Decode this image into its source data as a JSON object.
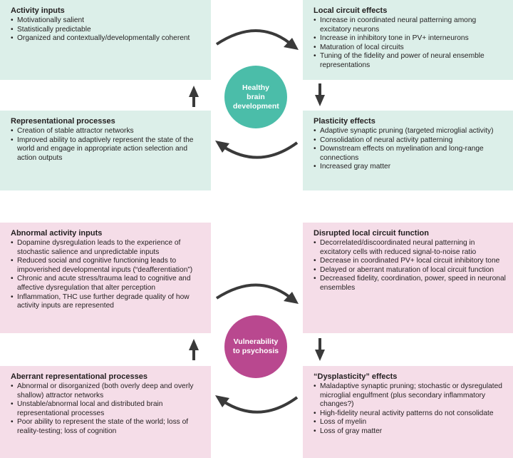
{
  "healthy": {
    "center": "Healthy brain development",
    "activity_inputs": {
      "title": "Activity inputs",
      "items": [
        "Motivationally salient",
        "Statistically predictable",
        "Organized and  contextually/developmentally coherent"
      ]
    },
    "local_circuit": {
      "title": "Local circuit effects",
      "items": [
        "Increase in coordinated neural patterning among excitatory neurons",
        "Increase in inhibitory tone in PV+ interneurons",
        "Maturation of local circuits",
        "Tuning of the fidelity and power of neural ensemble representations"
      ]
    },
    "representational": {
      "title": "Representational processes",
      "items": [
        "Creation of stable attractor networks",
        "Improved ability to adaptively represent the state of the world and engage in appropriate action selection and action outputs"
      ]
    },
    "plasticity": {
      "title": "Plasticity effects",
      "items": [
        "Adaptive synaptic pruning (targeted microglial activity)",
        "Consolidation of neural activity patterning",
        "Downstream effects on myelination and long-range connections",
        "Increased gray matter"
      ]
    }
  },
  "vulnerability": {
    "center": "Vulnerability to psychosis",
    "activity_inputs": {
      "title": "Abnormal activity inputs",
      "items": [
        "Dopamine dysregulation leads to the experience of stochastic salience and unpredictable inputs",
        "Reduced social and cognitive functioning leads to impoverished developmental inputs (“deafferentiation”)",
        "Chronic and acute stress/trauma lead to cognitive and affective dysregulation that alter perception",
        "Inflammation, THC use further degrade quality of how activity inputs are represented"
      ]
    },
    "local_circuit": {
      "title": "Disrupted local circuit function",
      "items": [
        "Decorrelated/discoordinated neural patterning in excitatory cells with reduced signal-to-noise ratio",
        "Decrease in coordinated PV+ local circuit inhibitory tone",
        "Delayed or aberrant maturation of local circuit function",
        "Decreased fidelity, coordination, power, speed in neuronal ensembles"
      ]
    },
    "representational": {
      "title": "Aberrant representational processes",
      "items": [
        "Abnormal or disorganized (both overly deep and overly shallow) attractor networks",
        "Unstable/abnormal local and distributed brain representational processes",
        "Poor ability to represent the state of the world; loss of reality-testing; loss of cognition"
      ]
    },
    "plasticity": {
      "title": "“Dysplasticity” effects",
      "items": [
        "Maladaptive synaptic pruning; stochastic or dysregulated microglial engulfment (plus secondary inflammatory changes?)",
        "High-fidelity neural activity patterns do not consolidate",
        "Loss of myelin",
        "Loss of gray matter"
      ]
    }
  },
  "colors": {
    "teal_box": "#dcefe9",
    "pink_box": "#f5dde8",
    "teal_circle": "#4bbda9",
    "magenta_circle": "#b9488f",
    "arrow": "#3a3a3a"
  }
}
